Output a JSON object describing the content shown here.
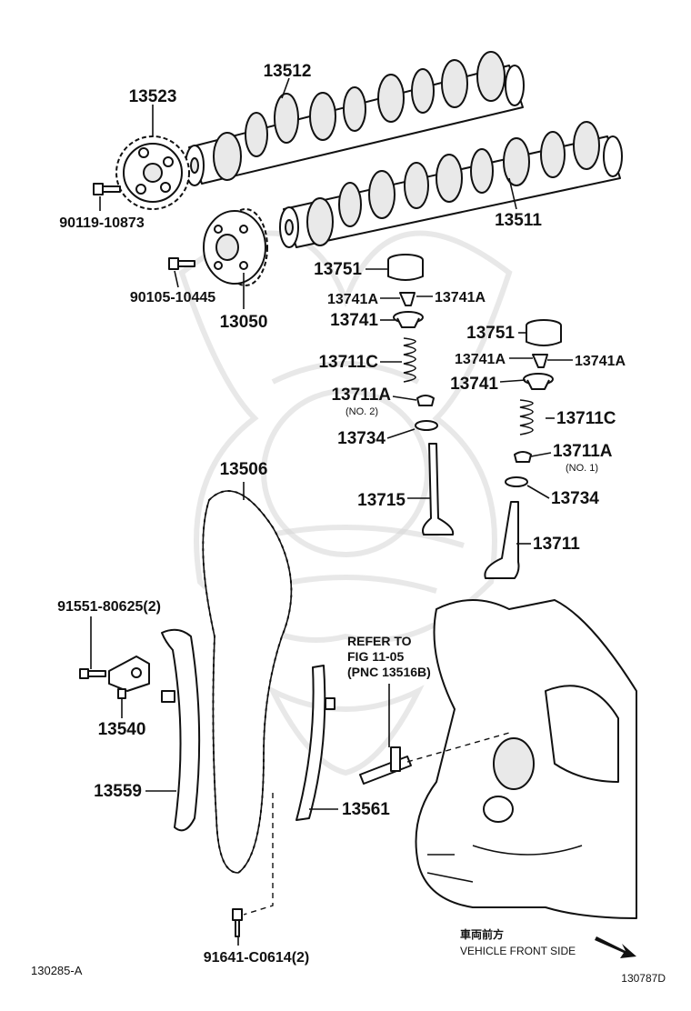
{
  "parts": {
    "camshaft_exhaust": "13512",
    "camshaft_intake": "13511",
    "cam_sprocket": "13523",
    "sprocket_bolt": "90119-10873",
    "vvt_bolt": "90105-10445",
    "vvt_gear": "13050",
    "lifter_left": "13751",
    "keeper_left_a": "13741A",
    "keeper_left_b": "13741A",
    "retainer_left": "13741",
    "spring_left": "13711C",
    "seat_left": "13711A",
    "seat_left_note": "(NO. 2)",
    "seal_left": "13734",
    "exhaust_valve": "13715",
    "lifter_right": "13751",
    "keeper_right_a": "13741A",
    "keeper_right_b": "13741A",
    "retainer_right": "13741",
    "spring_right": "13711C",
    "seat_right": "13711A",
    "seat_right_note": "(NO. 1)",
    "seal_right": "13734",
    "intake_valve": "13711",
    "timing_chain": "13506",
    "tensioner_bolt": "91551-80625(2)",
    "chain_tensioner": "13540",
    "slipper_guide": "13559",
    "vibration_damper": "13561",
    "damper_bolt": "91641-C0614(2)"
  },
  "reference": {
    "line1": "REFER TO",
    "line2": "FIG 11-05",
    "line3": "(PNC 13516B)"
  },
  "direction": {
    "jp_label": "車両前方",
    "en_label": "VEHICLE FRONT SIDE"
  },
  "codes": {
    "left": "130285-A",
    "right": "130787D"
  }
}
